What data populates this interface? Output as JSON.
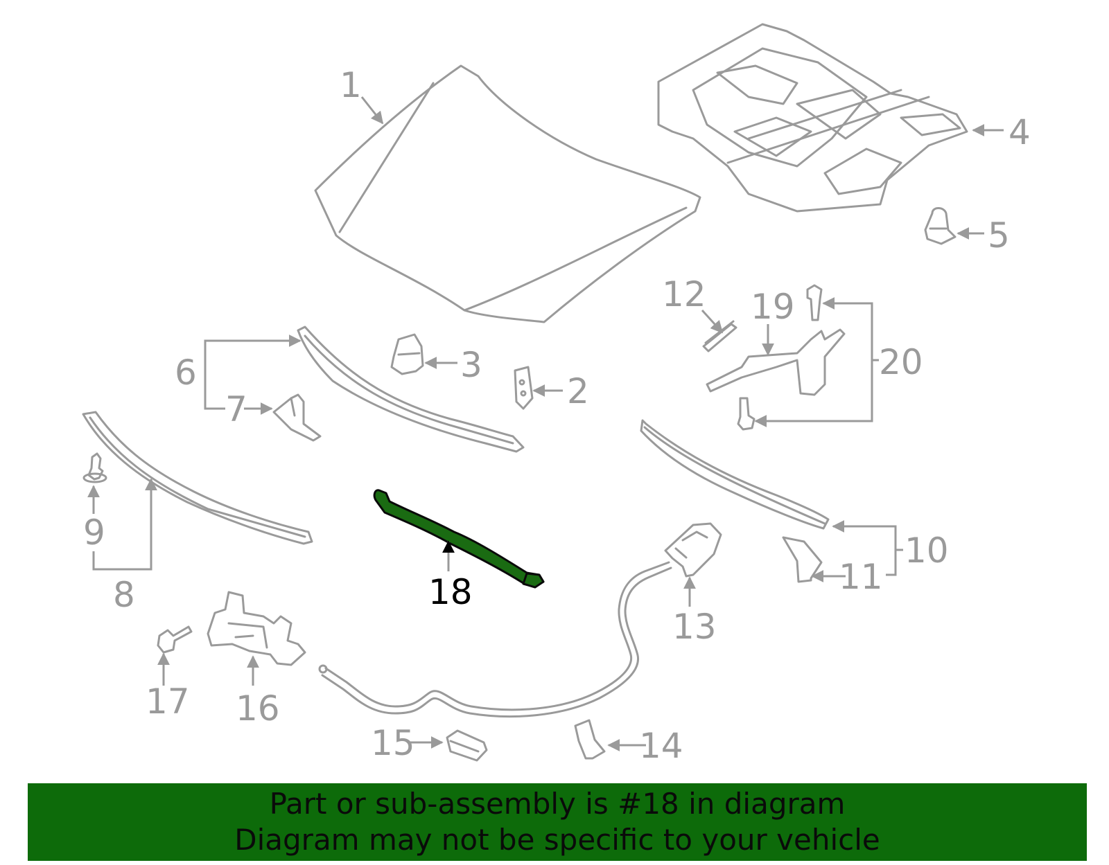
{
  "diagram": {
    "labels": {
      "l1": "1",
      "l2": "2",
      "l3": "3",
      "l4": "4",
      "l5": "5",
      "l6": "6",
      "l7": "7",
      "l8": "8",
      "l9": "9",
      "l10": "10",
      "l11": "11",
      "l12": "12",
      "l13": "13",
      "l14": "14",
      "l15": "15",
      "l16": "16",
      "l17": "17",
      "l18": "18",
      "l19": "19",
      "l20": "20"
    },
    "highlight_part": "18",
    "highlight_color": "#1a6b12"
  },
  "banner": {
    "line1": "Part or sub-assembly is #18 in diagram",
    "line2": "Diagram may not be specific to your vehicle",
    "background": "#0d6b0a"
  }
}
